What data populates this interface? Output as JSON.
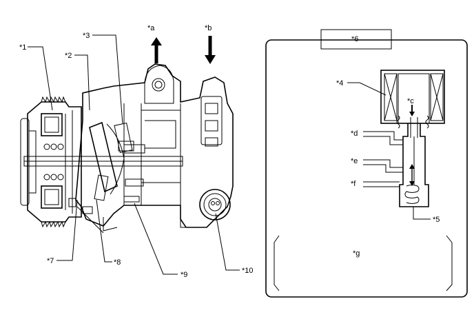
{
  "labels": {
    "l1": "*1",
    "l2": "*2",
    "l3": "*3",
    "l4": "*4",
    "l5": "*5",
    "l6": "*6",
    "l7": "*7",
    "l8": "*8",
    "l9": "*9",
    "l10": "*10",
    "la": "*a",
    "lb": "*b",
    "lc": "*c",
    "ld": "*d",
    "le": "*e",
    "lf": "*f",
    "lg": "*g"
  }
}
